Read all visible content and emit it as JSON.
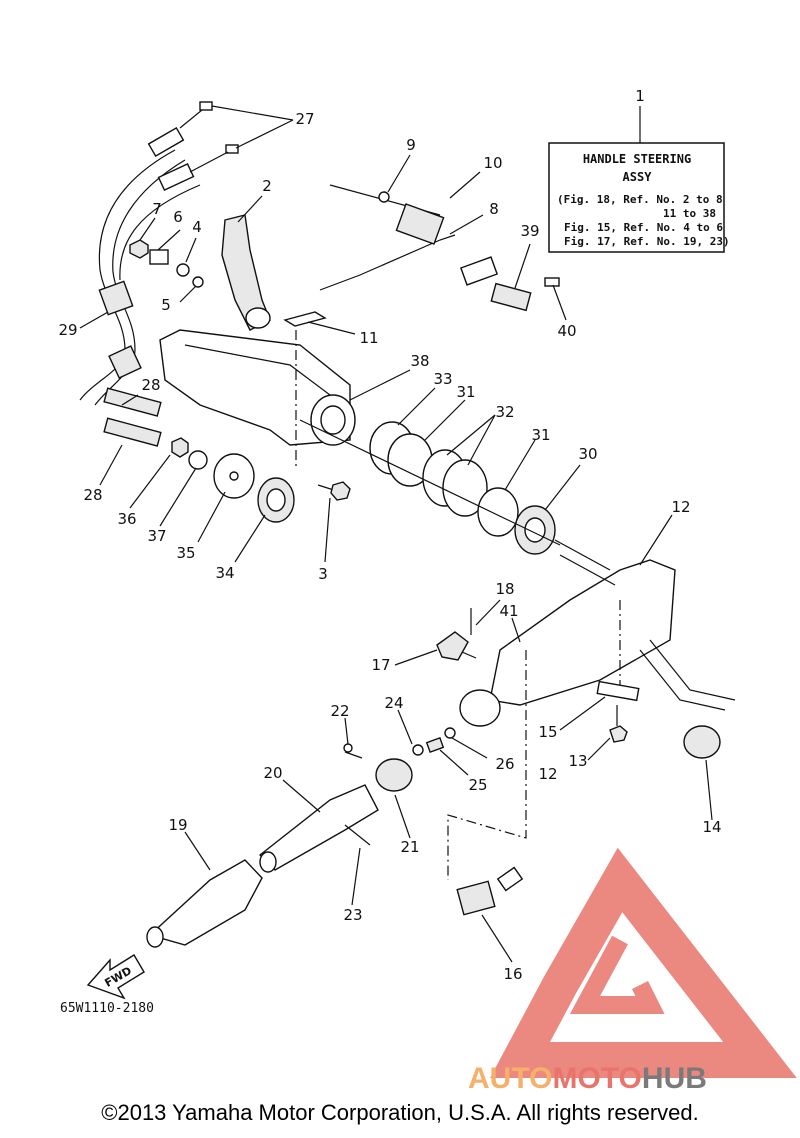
{
  "info_box": {
    "callout": "1",
    "line1": "HANDLE STEERING",
    "line2": "ASSY",
    "line3": "(Fig. 18, Ref. No. 2 to 8",
    "line4": "11 to 38",
    "line5": "Fig. 15, Ref. No. 4 to 6",
    "line6": "Fig. 17, Ref. No. 19, 23)"
  },
  "callouts": {
    "c2": "2",
    "c3": "3",
    "c4": "4",
    "c5": "5",
    "c6": "6",
    "c7": "7",
    "c8": "8",
    "c9": "9",
    "c10": "10",
    "c11": "11",
    "c12a": "12",
    "c12b": "12",
    "c13": "13",
    "c14": "14",
    "c15": "15",
    "c16": "16",
    "c17": "17",
    "c18": "18",
    "c19": "19",
    "c20": "20",
    "c21": "21",
    "c22": "22",
    "c23": "23",
    "c24": "24",
    "c25": "25",
    "c26": "26",
    "c27": "27",
    "c28a": "28",
    "c28b": "28",
    "c29": "29",
    "c30": "30",
    "c31a": "31",
    "c31b": "31",
    "c32": "32",
    "c33": "33",
    "c34": "34",
    "c35": "35",
    "c36": "36",
    "c37": "37",
    "c38": "38",
    "c39": "39",
    "c40": "40",
    "c41": "41"
  },
  "fwd_label": "FWD",
  "diagram_code": "65W1110-2180",
  "watermark": {
    "part1": "AUTO",
    "part2": "MOTO",
    "part3": "HUB"
  },
  "colors": {
    "watermark_red": "#e8746a",
    "watermark_orange": "#f5b06a",
    "watermark_gray": "#7a7a7a"
  },
  "copyright": "©2013 Yamaha Motor Corporation, U.S.A. All rights reserved."
}
